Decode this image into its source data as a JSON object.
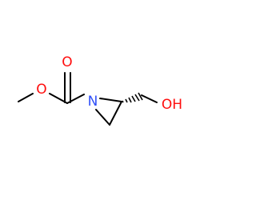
{
  "molecule": {
    "atoms": {
      "carbonyl_oxygen": {
        "label": "O",
        "color": "#FF0D0D"
      },
      "ester_oxygen": {
        "label": "O",
        "color": "#FF0D0D"
      },
      "ring_nitrogen": {
        "label": "N",
        "color": "#3050F8"
      },
      "hydroxyl": {
        "label": "OH",
        "color": "#FF0D0D"
      }
    },
    "bond_color": "#000000",
    "stereo": "hashed-wedge"
  }
}
